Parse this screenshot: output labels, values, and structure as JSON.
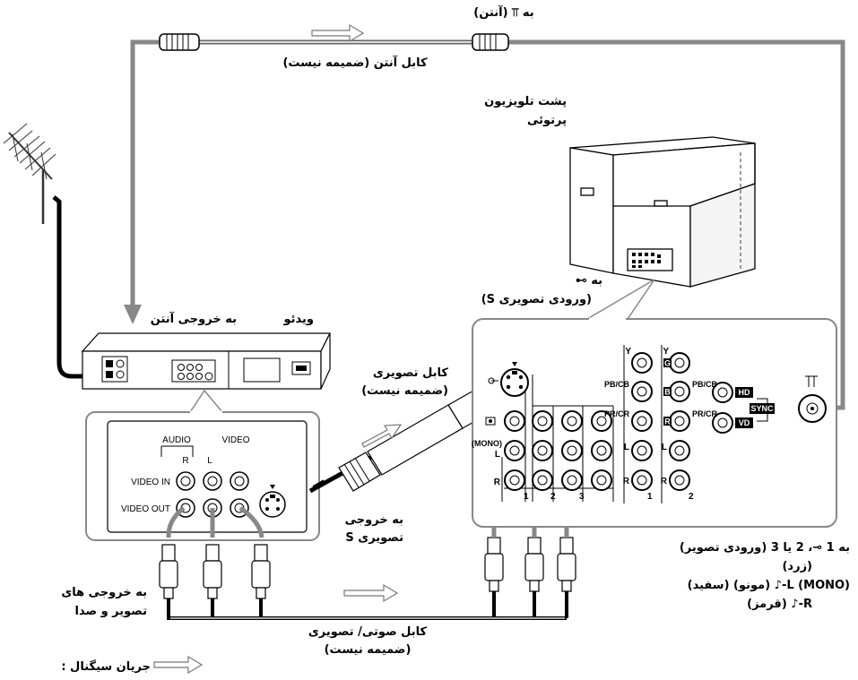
{
  "labels": {
    "to_antenna": "به ⫪ (آنتن)",
    "antenna_cable": "کابل آنتن (ضمیمه نیست)",
    "tv_back_1": "پشت تلویزیون",
    "tv_back_2": "پرتوئی",
    "to_s_in_1": "به ⊶",
    "to_s_in_2": "(ورودی تصویری S)",
    "vcr": "ویدئو",
    "to_antenna_out": "به خروجی آنتن",
    "video_cable_1": "کابل تصویری",
    "video_cable_2": "(ضمیمه نیست)",
    "to_s_out_1": "به خروجی",
    "to_s_out_2": "تصویری S",
    "to_av_out_1": "به خروجی های",
    "to_av_out_2": "تصویر و صدا",
    "av_cable_1": "کابل صوتی/ تصویری",
    "av_cable_2": "(ضمیمه نیست)",
    "signal_flow": "جریان سیگنال :",
    "inputs_1": "به 1 ⊸، 2 یا 3 (ورودی تصویر)",
    "inputs_2": "(زرد)",
    "inputs_3": "L (MONO)-♪ (مونو) (سفید)",
    "inputs_4": "R-♪ (قرمز)"
  },
  "vcr_panel": {
    "audio": "AUDIO",
    "video": "VIDEO",
    "r": "R",
    "l": "L",
    "video_in": "VIDEO IN",
    "video_out": "VIDEO OUT"
  },
  "tv_panel": {
    "y": "Y",
    "pb_cb": "PB/CB",
    "pr_cr": "PR/CR",
    "mono": "(MONO)",
    "l": "L",
    "r": "R",
    "g": "G",
    "b": "B",
    "r_box": "R",
    "hd": "HD",
    "vd": "VD",
    "sync": "SYNC",
    "in1": "1",
    "in2": "2",
    "in3": "3"
  }
}
